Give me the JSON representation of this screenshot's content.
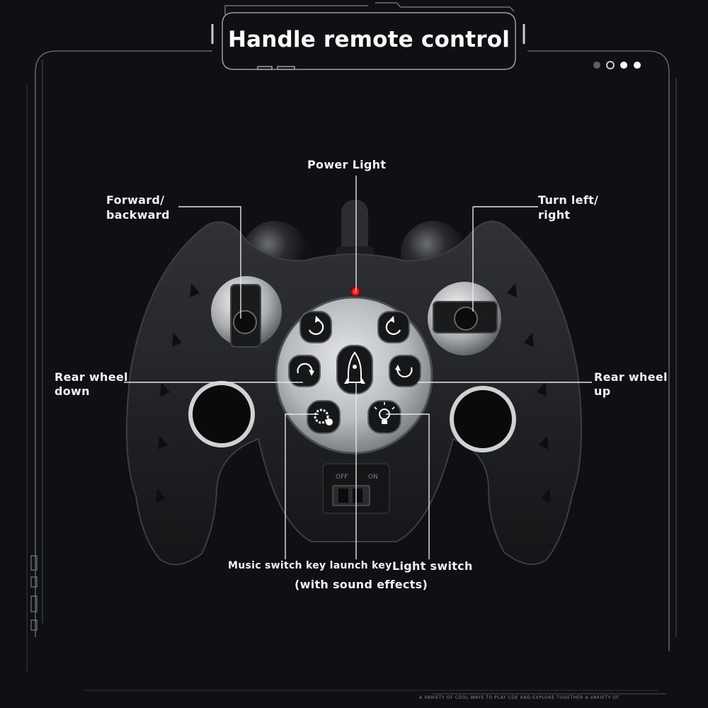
{
  "header": {
    "title": "Handle remote control"
  },
  "pagination": {
    "total": 4,
    "active_index": 2
  },
  "labels": {
    "power_light": "Power Light",
    "forward_backward_1": "Forward/",
    "forward_backward_2": "backward",
    "turn_1": "Turn left/",
    "turn_2": "right",
    "rear_down_1": "Rear wheel",
    "rear_down_2": "down",
    "rear_up_1": "Rear wheel",
    "rear_up_2": "up",
    "music_launch": "Music switch key launch key",
    "sound_effects": "(with sound effects)",
    "light_switch": "Light switch"
  },
  "switch": {
    "off": "OFF",
    "on": "ON"
  },
  "footer": {
    "text": "A VARIETY OF COOL WAYS TO PLAY COE AND EXPLORE TOGETHER A VARIETY OF"
  },
  "colors": {
    "background": "#0e1013",
    "frame": "#7d8288",
    "controller": "#1f2023",
    "dial": "#b9bcbf",
    "power_led": "#ff2a2a"
  }
}
